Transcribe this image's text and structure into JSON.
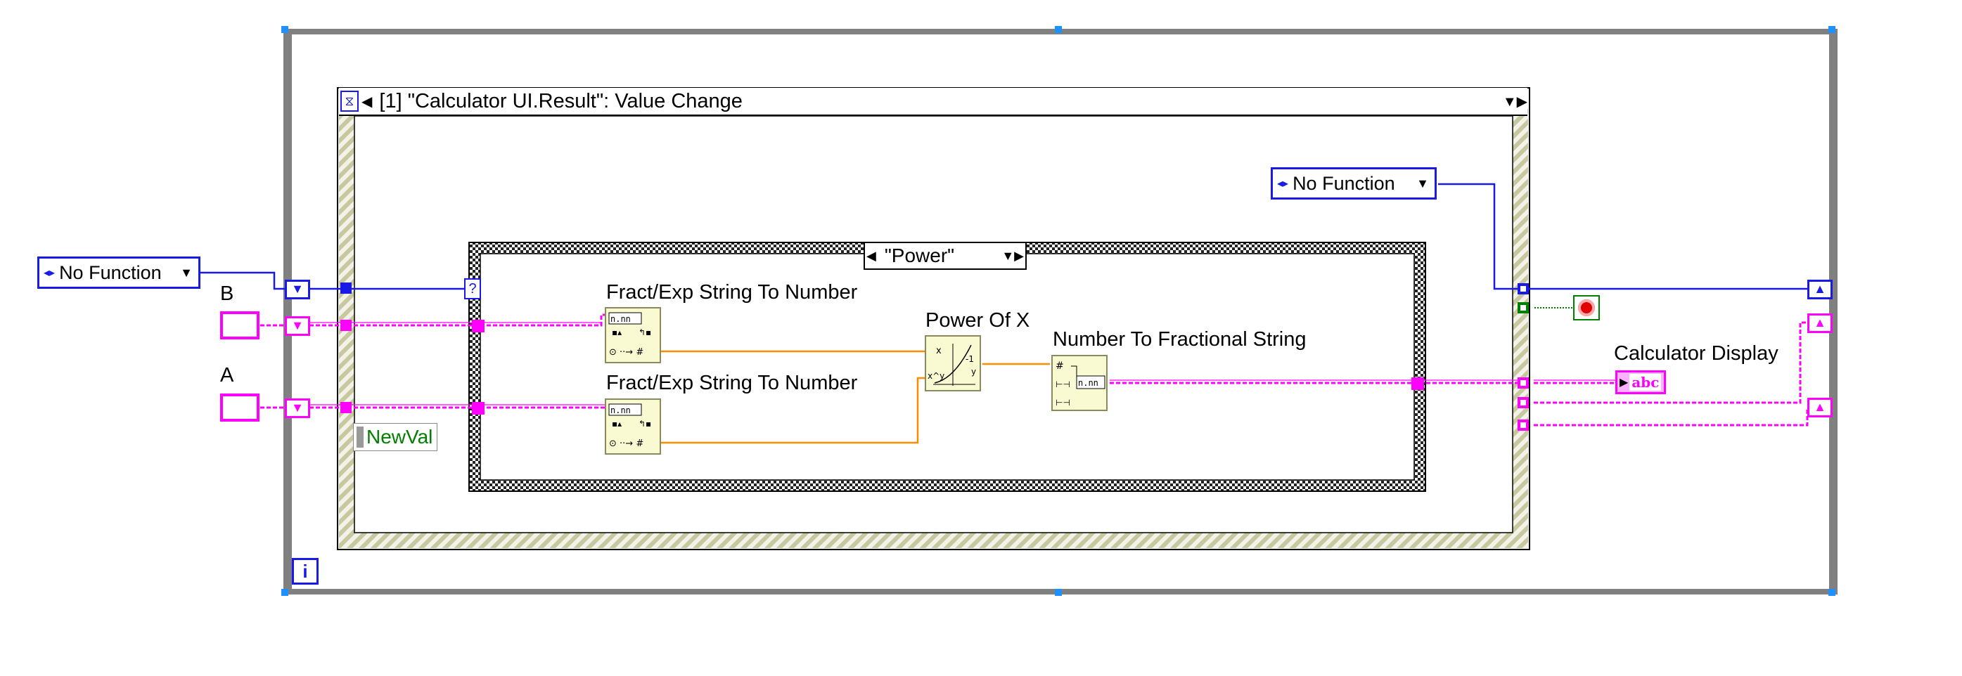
{
  "event_structure": {
    "case_label": "[1] \"Calculator UI.Result\": Value Change",
    "newval_label": "NewVal"
  },
  "case_structure": {
    "selector_value": "\"Power\"",
    "selector_icon": "?"
  },
  "enums": {
    "outer_no_function": "No Function",
    "inner_no_function": "No Function"
  },
  "controls": {
    "b_label": "B",
    "a_label": "A"
  },
  "nodes": {
    "fract_exp_1": "Fract/Exp String To Number",
    "fract_exp_2": "Fract/Exp String To Number",
    "power_of_x": "Power Of X",
    "number_to_fractional": "Number To Fractional String"
  },
  "indicators": {
    "calculator_display_label": "Calculator Display",
    "calculator_display_terminal": "abc"
  },
  "loop": {
    "iteration_terminal": "i"
  },
  "node_glyphs": {
    "nn": "n.nn",
    "x": "x",
    "xy": "x^y",
    "hash": "#"
  },
  "colors": {
    "enum_wire": "#1a1ae6",
    "string_wire": "#ff00ff",
    "numeric_wire": "#ff8c00",
    "boolean": "#008000",
    "loop_frame": "#7f7f7f"
  }
}
